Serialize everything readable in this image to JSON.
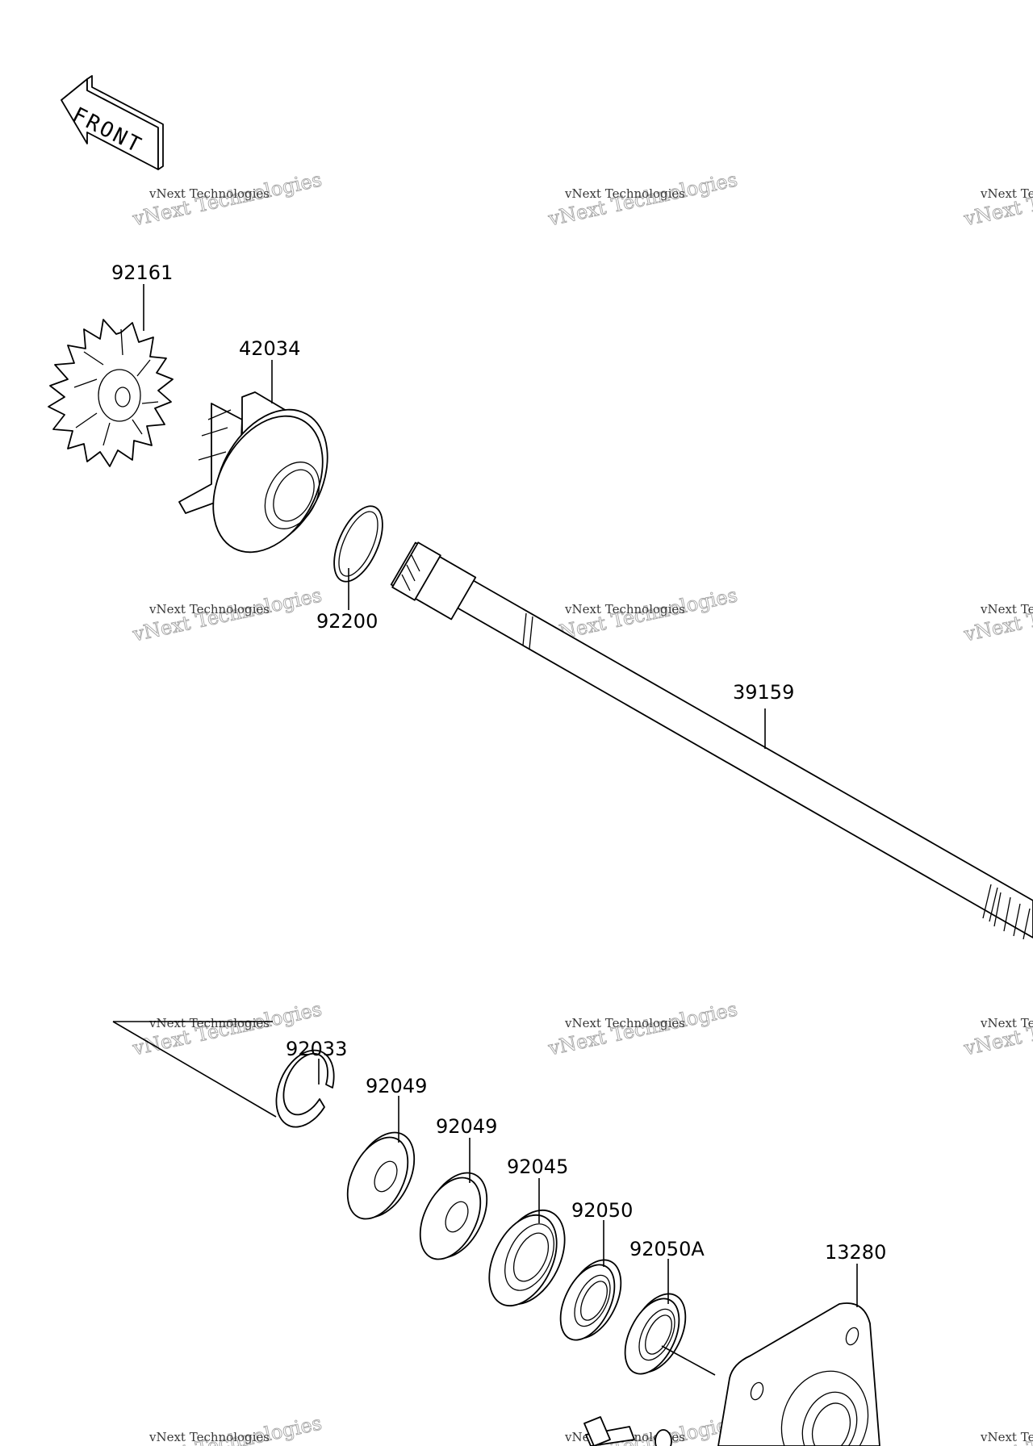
{
  "front_arrow": {
    "text": "FRONT"
  },
  "watermark": {
    "line1": "vNext Technologies",
    "line2": "vNext Technologies"
  },
  "labels": {
    "p92161": "92161",
    "p42034": "42034",
    "p92200": "92200",
    "p39159": "39159",
    "p92033": "92033",
    "p92049a": "92049",
    "p92049b": "92049",
    "p92045": "92045",
    "p92050": "92050",
    "p92050A": "92050A",
    "p13280": "13280"
  }
}
